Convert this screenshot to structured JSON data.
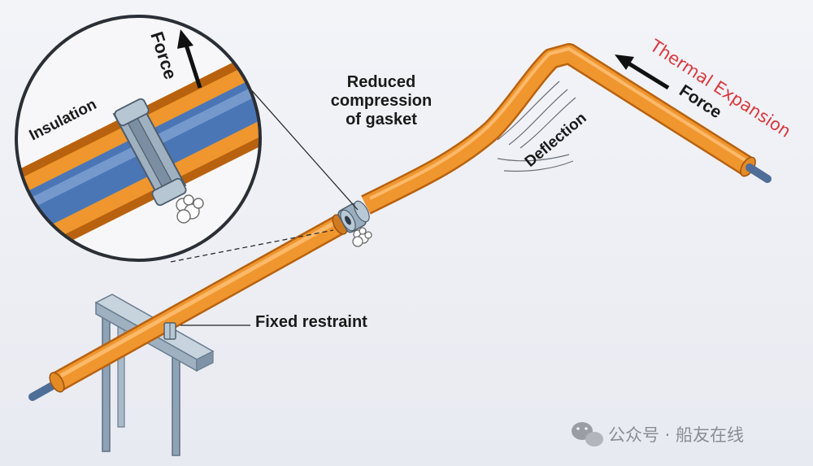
{
  "labels": {
    "force_top": "Force",
    "insulation": "Insulation",
    "reduced_l1": "Reduced",
    "reduced_l2": "compression",
    "reduced_l3": "of gasket",
    "thermal": "Thermal Expansion",
    "force_right": "Force",
    "deflection": "Deflection",
    "fixed": "Fixed restraint"
  },
  "watermark": {
    "text": "公众号 · 船友在线",
    "icon": "wechat-icon"
  },
  "colors": {
    "pipe": "#f0962e",
    "pipe_dark": "#c96d12",
    "core": "#4a76b5",
    "steel": "#9fb3c4",
    "accent": "#d9383e",
    "background": "#eef0f6"
  }
}
